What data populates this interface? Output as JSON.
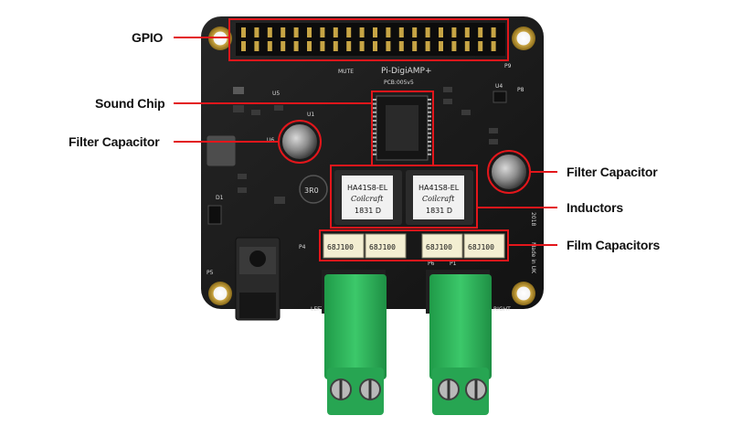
{
  "annotations": {
    "gpio": "GPIO",
    "sound_chip": "Sound Chip",
    "filter_capacitor_left": "Filter Capacitor",
    "filter_capacitor_right": "Filter Capacitor",
    "inductors": "Inductors",
    "film_capacitors": "Film Capacitors"
  },
  "board": {
    "name": "Pi-DigiAMP+",
    "pcb_code": "PCB:005v5",
    "mute": "MUTE",
    "year": "2018",
    "origin": "Made in UK",
    "left_channel": "LEFT",
    "right_channel": "RIGHT",
    "connector_3rd": "3R0",
    "p1": "P1",
    "p4": "P4",
    "p5": "P5",
    "p6": "P6",
    "p8": "P8",
    "p9": "P9",
    "u1": "U1",
    "u4": "U4",
    "u5": "U5",
    "u6": "U6",
    "d1": "D1"
  },
  "inductors": [
    {
      "model": "HA41S8-EL",
      "brand": "Coilcraft",
      "code": "1831 D"
    },
    {
      "model": "HA41S8-EL",
      "brand": "Coilcraft",
      "code": "1831 D"
    }
  ],
  "film_capacitors": [
    "68J100",
    "68J100",
    "68J100",
    "68J100"
  ],
  "colors": {
    "annotation_red": "#e3161b",
    "pcb": "#1b1b1b",
    "terminal_green": "#2db35a",
    "electrolytic_cap": "#2b2b2b"
  }
}
